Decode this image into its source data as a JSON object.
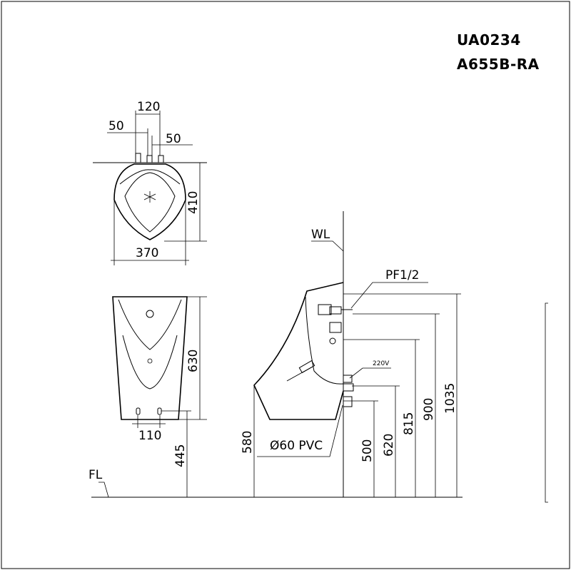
{
  "title": {
    "model_code": "UA0234",
    "variant_code": "A655B-RA"
  },
  "top_view": {
    "dim_width_top": "120",
    "dim_left_offset": "50",
    "dim_right_offset": "50",
    "dim_depth": "410",
    "dim_width": "370"
  },
  "front_view": {
    "dim_bowl_height": "630",
    "dim_outlet_spacing": "110",
    "dim_outlet_height": "445"
  },
  "side_view": {
    "wall_label": "WL",
    "inlet_label": "PF1/2",
    "power_label": "220V",
    "pipe_label": "Ø60 PVC",
    "floor_label": "FL",
    "dim_580": "580",
    "dim_500": "500",
    "dim_620": "620",
    "dim_815": "815",
    "dim_900": "900",
    "dim_1035": "1035"
  }
}
